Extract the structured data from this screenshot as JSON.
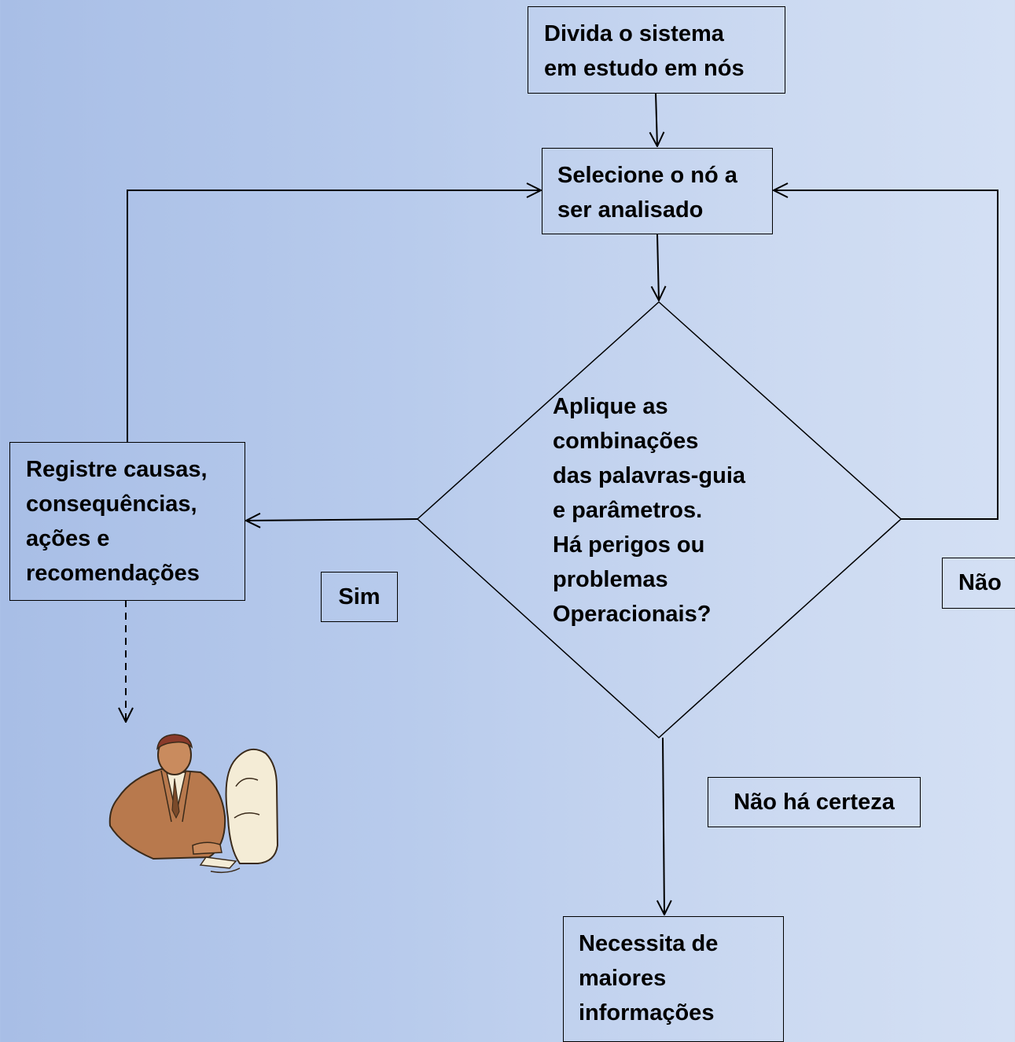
{
  "nodes": {
    "divide": "Divida o sistema\nem estudo em nós",
    "select": "Selecione o nó a\n ser analisado",
    "decision": "Aplique as\ncombinações\ndas palavras-guia\ne parâmetros.\nHá perigos ou\nproblemas\nOperacionais?",
    "register": "Registre causas,\nconsequências,\nações e\nrecomendações",
    "more_info": "Necessita de\nmaiores\ninformações"
  },
  "edge_labels": {
    "yes": "Sim",
    "no": "Não",
    "uncertain": "Não há certeza"
  },
  "illustration": {
    "icon": "person-at-computer-clipart"
  }
}
